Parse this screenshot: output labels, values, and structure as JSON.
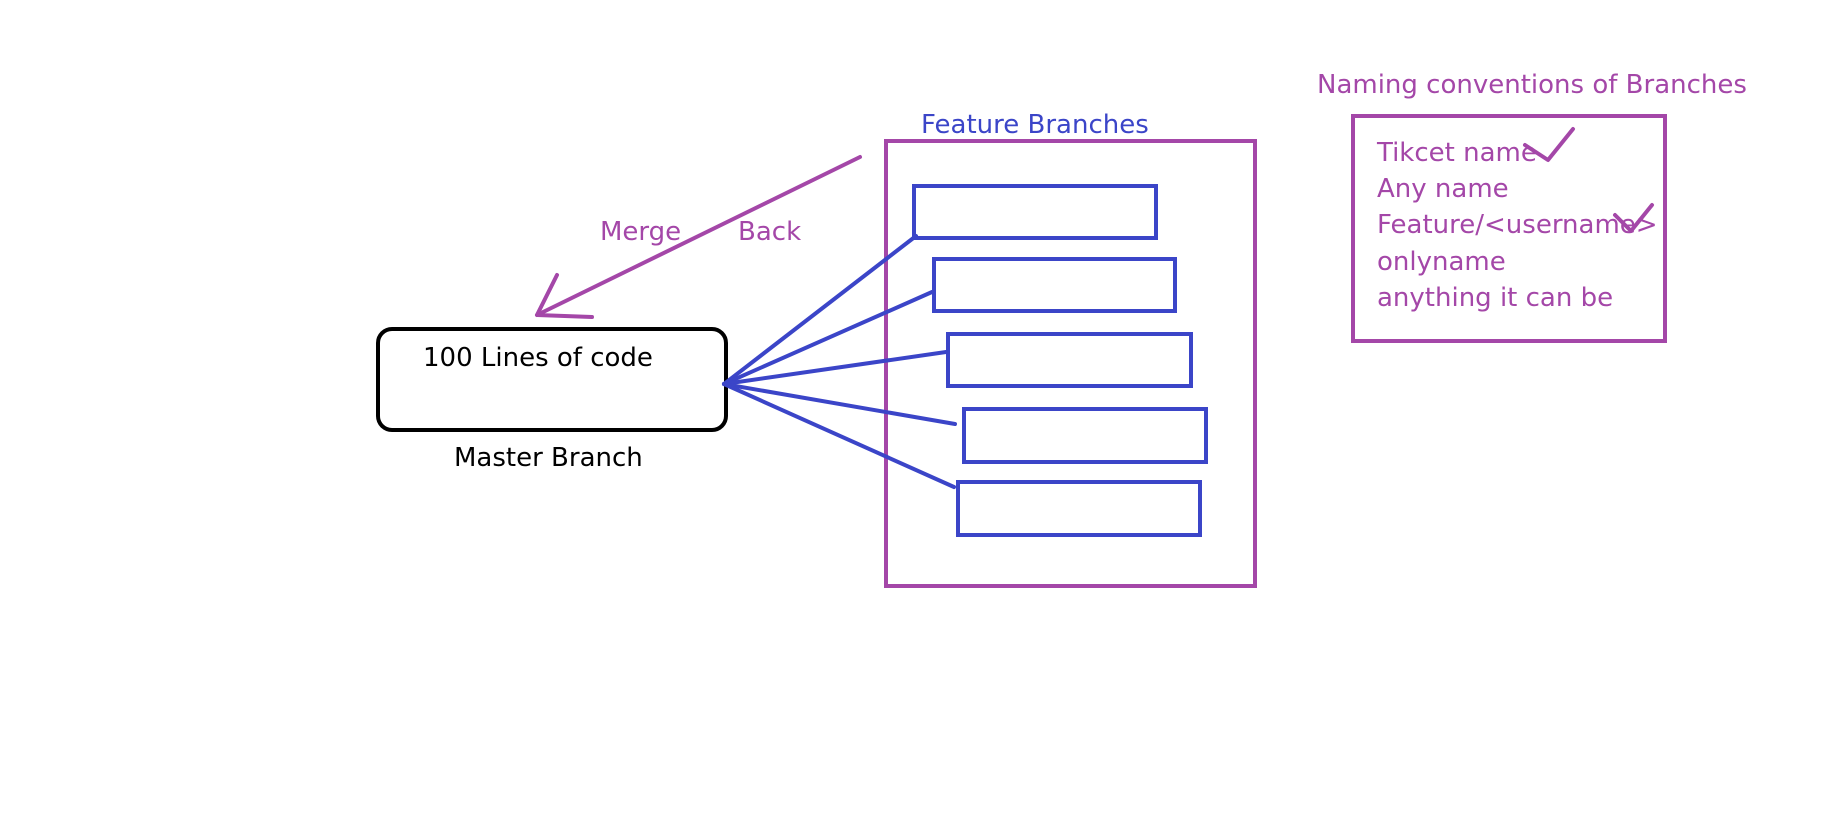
{
  "colors": {
    "purple": "#a447a8",
    "blue": "#3b45c8",
    "black": "#000000",
    "background": "#ffffff"
  },
  "master": {
    "code_label": "100 Lines of code",
    "branch_label": "Master Branch"
  },
  "merge": {
    "word1": "Merge",
    "word2": "Back"
  },
  "feature": {
    "title": "Feature Branches",
    "branch_count": 5
  },
  "naming": {
    "title": "Naming conventions of Branches",
    "items": [
      {
        "text": "Tikcet name",
        "checked": true
      },
      {
        "text": "Any name",
        "checked": false
      },
      {
        "text": "Feature/<username>",
        "checked": true
      },
      {
        "text": "onlyname",
        "checked": false
      },
      {
        "text": "anything it can be",
        "checked": false
      }
    ]
  },
  "icons": [
    "checkmark-icon",
    "arrow-head-icon"
  ]
}
